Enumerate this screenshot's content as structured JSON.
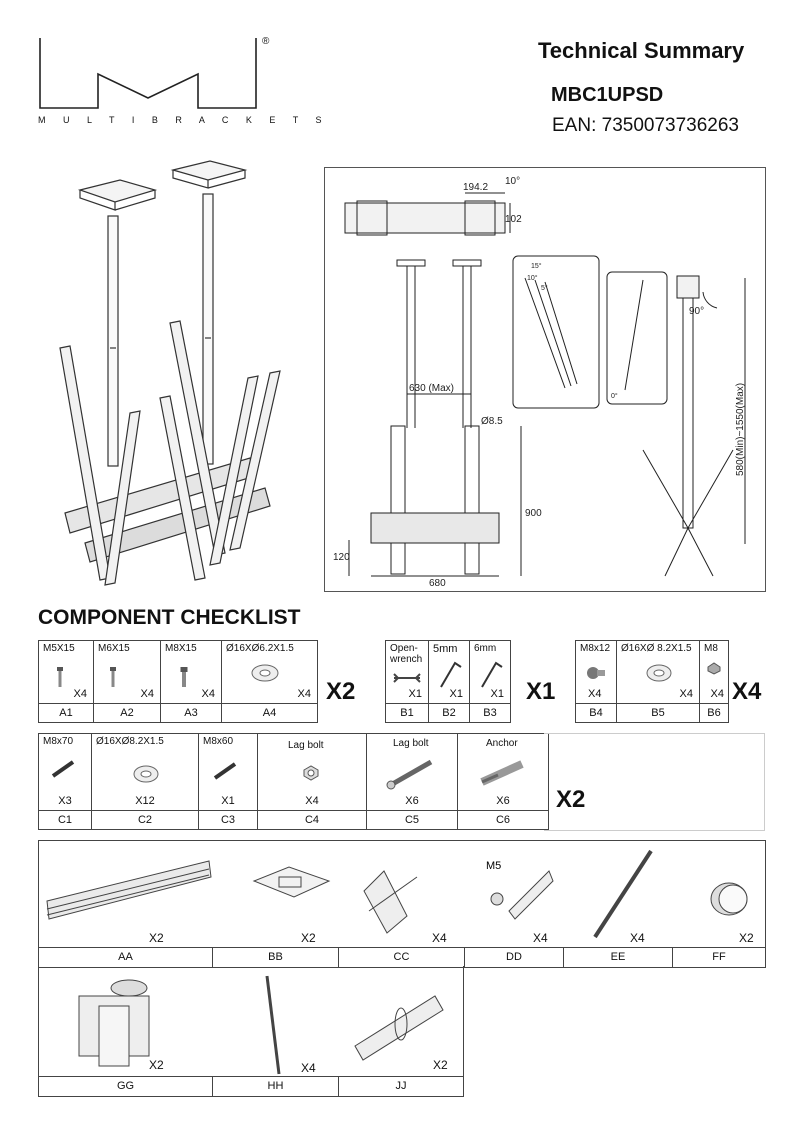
{
  "brand": {
    "wordmark": "M U L T I B R A C K E T S",
    "registered": "®"
  },
  "header": {
    "title": "Technical Summary",
    "model": "MBC1UPSD",
    "ean": "EAN: 7350073736263"
  },
  "dimensions": {
    "top_width": "194.2",
    "top_angle": "10°",
    "top_height": "102",
    "span": "630 (Max)",
    "tube_dia": "Ø8.5",
    "height_900": "900",
    "height_120": "120",
    "width_680": "680",
    "tilt_15": "15°",
    "tilt_10": "10°",
    "tilt_5": "5°",
    "tilt_0": "0°",
    "rotate": "90°",
    "drop_range": "580(Min)~1550(Max)"
  },
  "checklist": {
    "title": "COMPONENT CHECKLIST",
    "group_a": {
      "multiplier": "X2",
      "items": [
        {
          "name": "M5X15",
          "qty": "X4",
          "code": "A1"
        },
        {
          "name": "M6X15",
          "qty": "X4",
          "code": "A2"
        },
        {
          "name": "M8X15",
          "qty": "X4",
          "code": "A3"
        },
        {
          "name": "Ø16XØ6.2X1.5",
          "qty": "X4",
          "code": "A4"
        }
      ]
    },
    "group_b1": {
      "multiplier": "X1",
      "items": [
        {
          "name": "Open-wrench",
          "qty": "X1",
          "code": "B1"
        },
        {
          "name": "5mm",
          "qty": "X1",
          "code": "B2"
        },
        {
          "name": "6mm",
          "qty": "X1",
          "code": "B3"
        }
      ]
    },
    "group_b2": {
      "multiplier": "X4",
      "items": [
        {
          "name": "M8x12",
          "qty": "X4",
          "code": "B4"
        },
        {
          "name": "Ø16XØ 8.2X1.5",
          "qty": "X4",
          "code": "B5"
        },
        {
          "name": "M8",
          "qty": "X4",
          "code": "B6"
        }
      ]
    },
    "group_c": {
      "multiplier": "X2",
      "items": [
        {
          "name": "M8x70",
          "qty": "X3",
          "code": "C1"
        },
        {
          "name": "Ø16XØ8.2X1.5",
          "qty": "X12",
          "code": "C2"
        },
        {
          "name": "M8x60",
          "qty": "X1",
          "code": "C3"
        },
        {
          "name": "Lag bolt",
          "qty": "X4",
          "code": "C4"
        },
        {
          "name": "Lag bolt",
          "qty": "X6",
          "code": "C5"
        },
        {
          "name": "Anchor",
          "qty": "X6",
          "code": "C6"
        }
      ]
    },
    "parts_row1": [
      {
        "code": "AA",
        "qty": "X2"
      },
      {
        "code": "BB",
        "qty": "X2"
      },
      {
        "code": "CC",
        "qty": "X4"
      },
      {
        "code": "DD",
        "qty": "X4",
        "sub": "M5"
      },
      {
        "code": "EE",
        "qty": "X4"
      },
      {
        "code": "FF",
        "qty": "X2"
      }
    ],
    "parts_row2": [
      {
        "code": "GG",
        "qty": "X2"
      },
      {
        "code": "HH",
        "qty": "X4"
      },
      {
        "code": "JJ",
        "qty": "X2"
      }
    ]
  }
}
